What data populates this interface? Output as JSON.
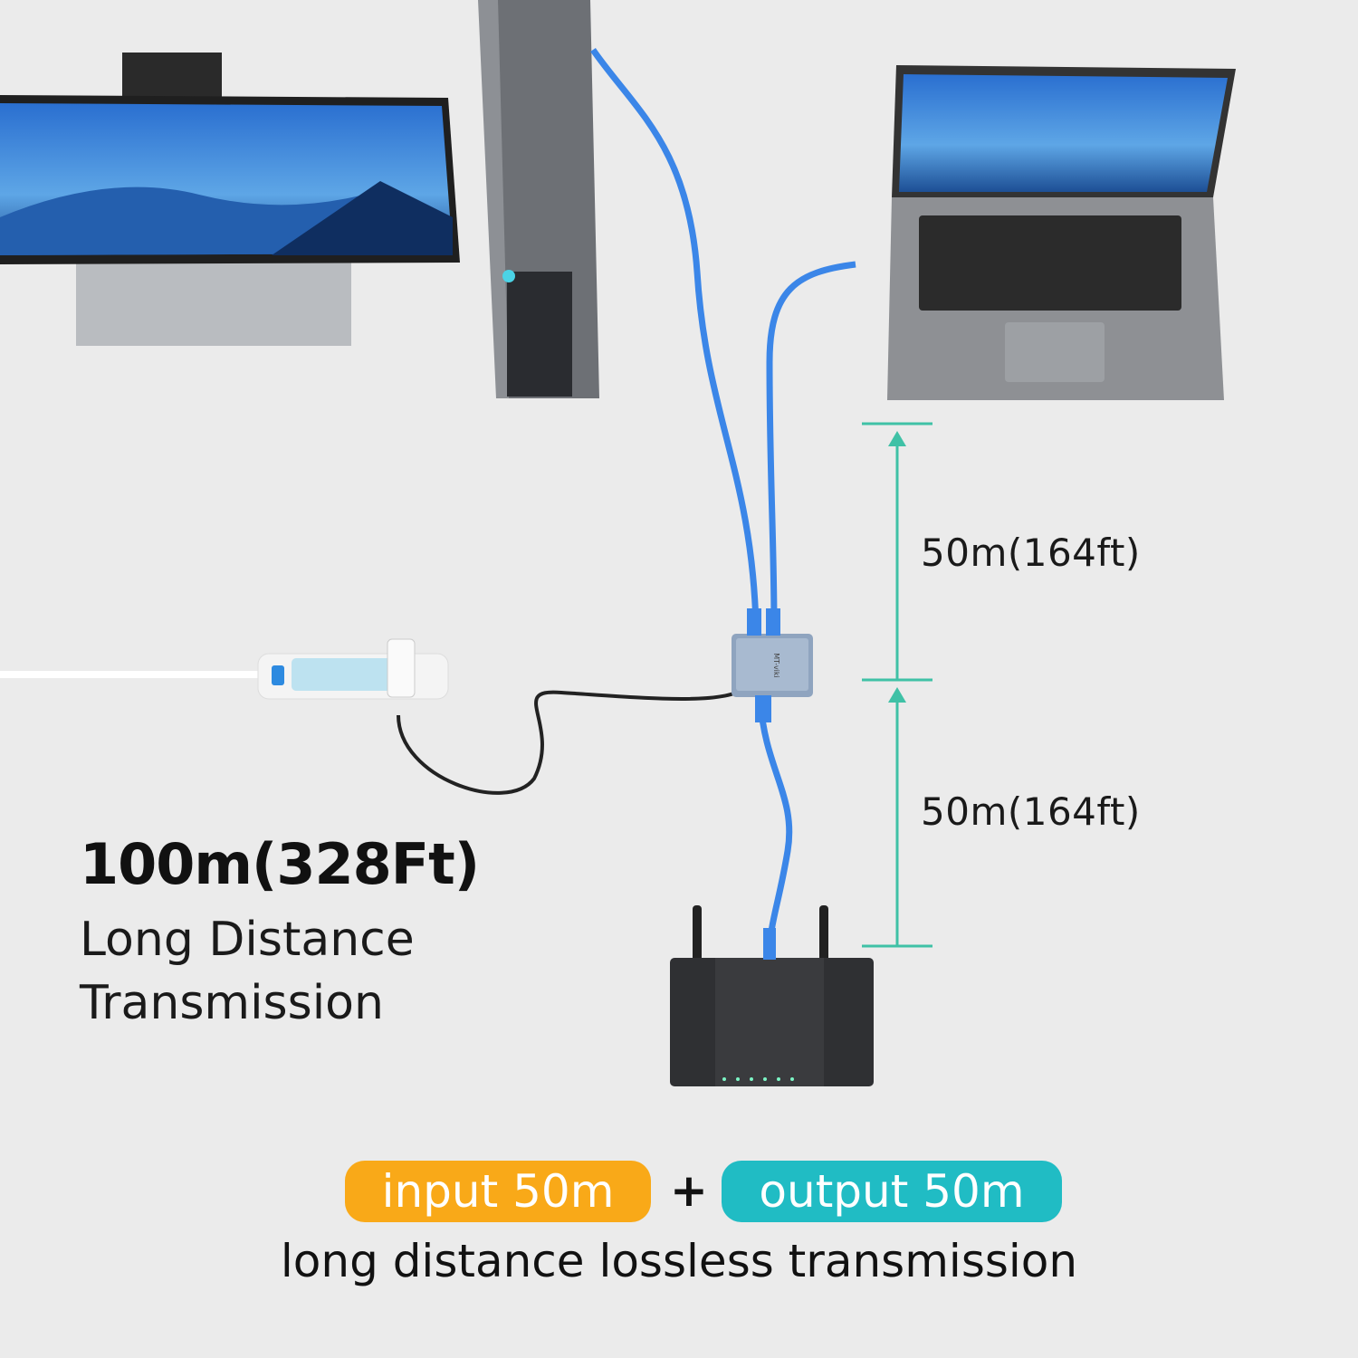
{
  "headline": {
    "distance": "100m(328Ft)",
    "line1": "Long Distance",
    "line2": "Transmission"
  },
  "measurements": {
    "upper": "50m(164ft)",
    "lower": "50m(164ft)"
  },
  "device": {
    "brand": "MT-viki"
  },
  "badges": {
    "input": "input 50m",
    "plus": "+",
    "output": "output 50m"
  },
  "tagline": "long distance lossless transmission",
  "colors": {
    "background": "#ebebeb",
    "input_badge": "#f9a918",
    "output_badge": "#20bcc4",
    "measure_line": "#3fc1a6",
    "cable": "#3b86e8"
  }
}
